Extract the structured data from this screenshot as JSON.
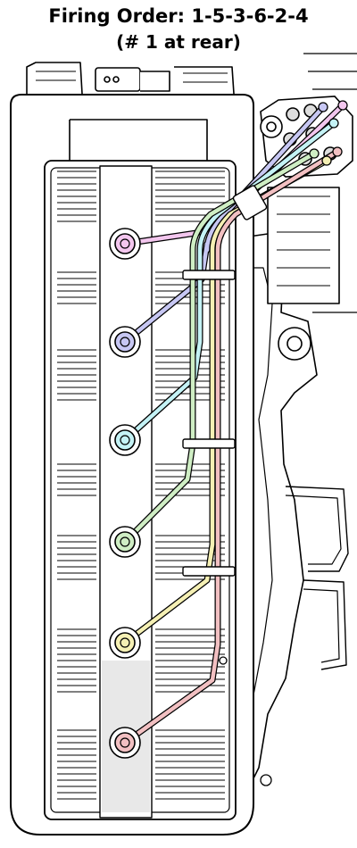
{
  "title": {
    "line1": "Firing Order: 1-5-3-6-2-4",
    "line2": "(# 1 at rear)"
  },
  "colors": {
    "cylinder_1": "#f2c0c2",
    "cylinder_2": "#f5f0b4",
    "cylinder_3": "#cfeec4",
    "cylinder_4": "#c4f2f5",
    "cylinder_5": "#c7c7f3",
    "cylinder_6": "#f3c6ee",
    "line": "#000000",
    "shade": "#e8e8e8"
  },
  "cylinders": [
    {
      "name": "cylinder-6",
      "color_key": "cylinder_6"
    },
    {
      "name": "cylinder-5",
      "color_key": "cylinder_5"
    },
    {
      "name": "cylinder-4",
      "color_key": "cylinder_4"
    },
    {
      "name": "cylinder-3",
      "color_key": "cylinder_3"
    },
    {
      "name": "cylinder-2",
      "color_key": "cylinder_2"
    },
    {
      "name": "cylinder-1",
      "color_key": "cylinder_1"
    }
  ]
}
